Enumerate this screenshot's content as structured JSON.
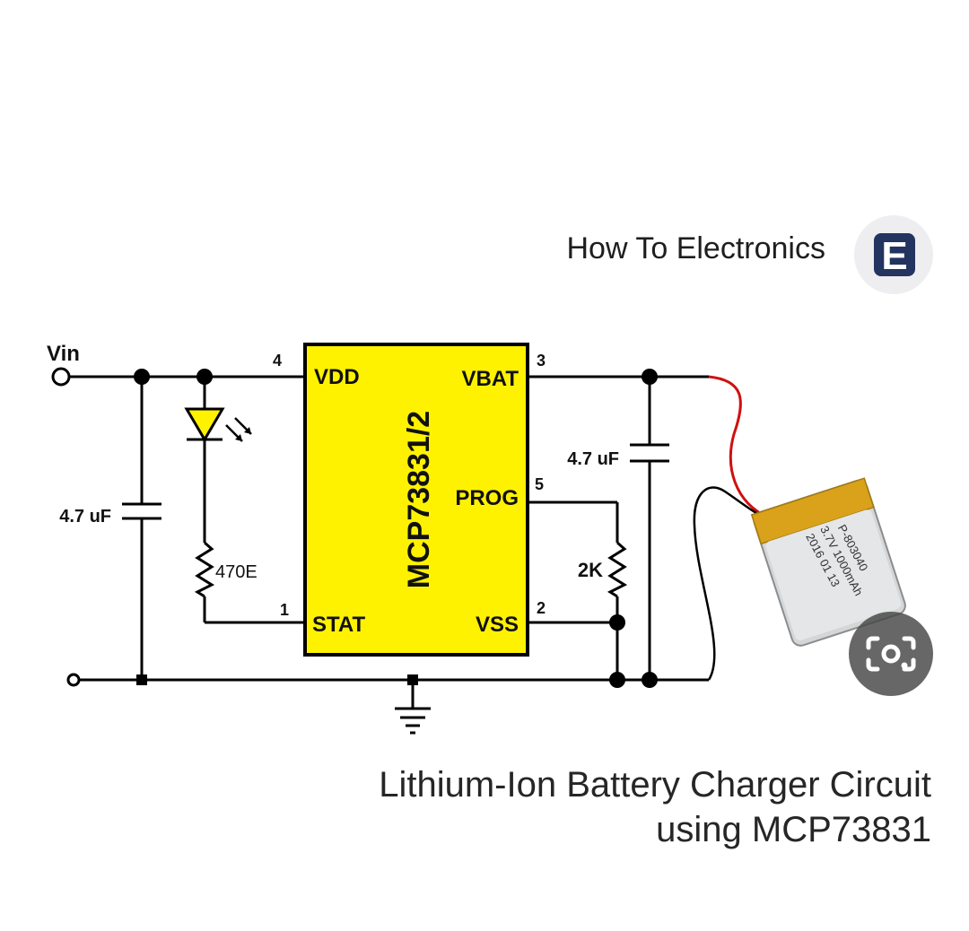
{
  "brand": {
    "name": "How To Electronics",
    "logo_letter": "E"
  },
  "ic": {
    "part": "MCP73831/2",
    "fill": "#fff200"
  },
  "pins": {
    "vdd": {
      "name": "VDD",
      "number": "4"
    },
    "vbat": {
      "name": "VBAT",
      "number": "3"
    },
    "prog": {
      "name": "PROG",
      "number": "5"
    },
    "stat": {
      "name": "STAT",
      "number": "1"
    },
    "vss": {
      "name": "VSS",
      "number": "2"
    }
  },
  "labels": {
    "vin": "Vin",
    "input_cap": "4.7 uF",
    "output_cap": "4.7 uF",
    "led_resistor": "470E",
    "prog_resistor": "2K"
  },
  "battery": {
    "line1": "P-803040",
    "line2": "3.7V 1000mAh",
    "line3": "2016 01 13"
  },
  "caption": {
    "line1": "Lithium-Ion Battery Charger Circuit",
    "line2": "using MCP73831"
  },
  "colors": {
    "wire": "#000000",
    "battery_lead": "#d01010",
    "battery_tape": "#d9a21a"
  },
  "icons": {
    "lens": "camera-search-icon"
  }
}
